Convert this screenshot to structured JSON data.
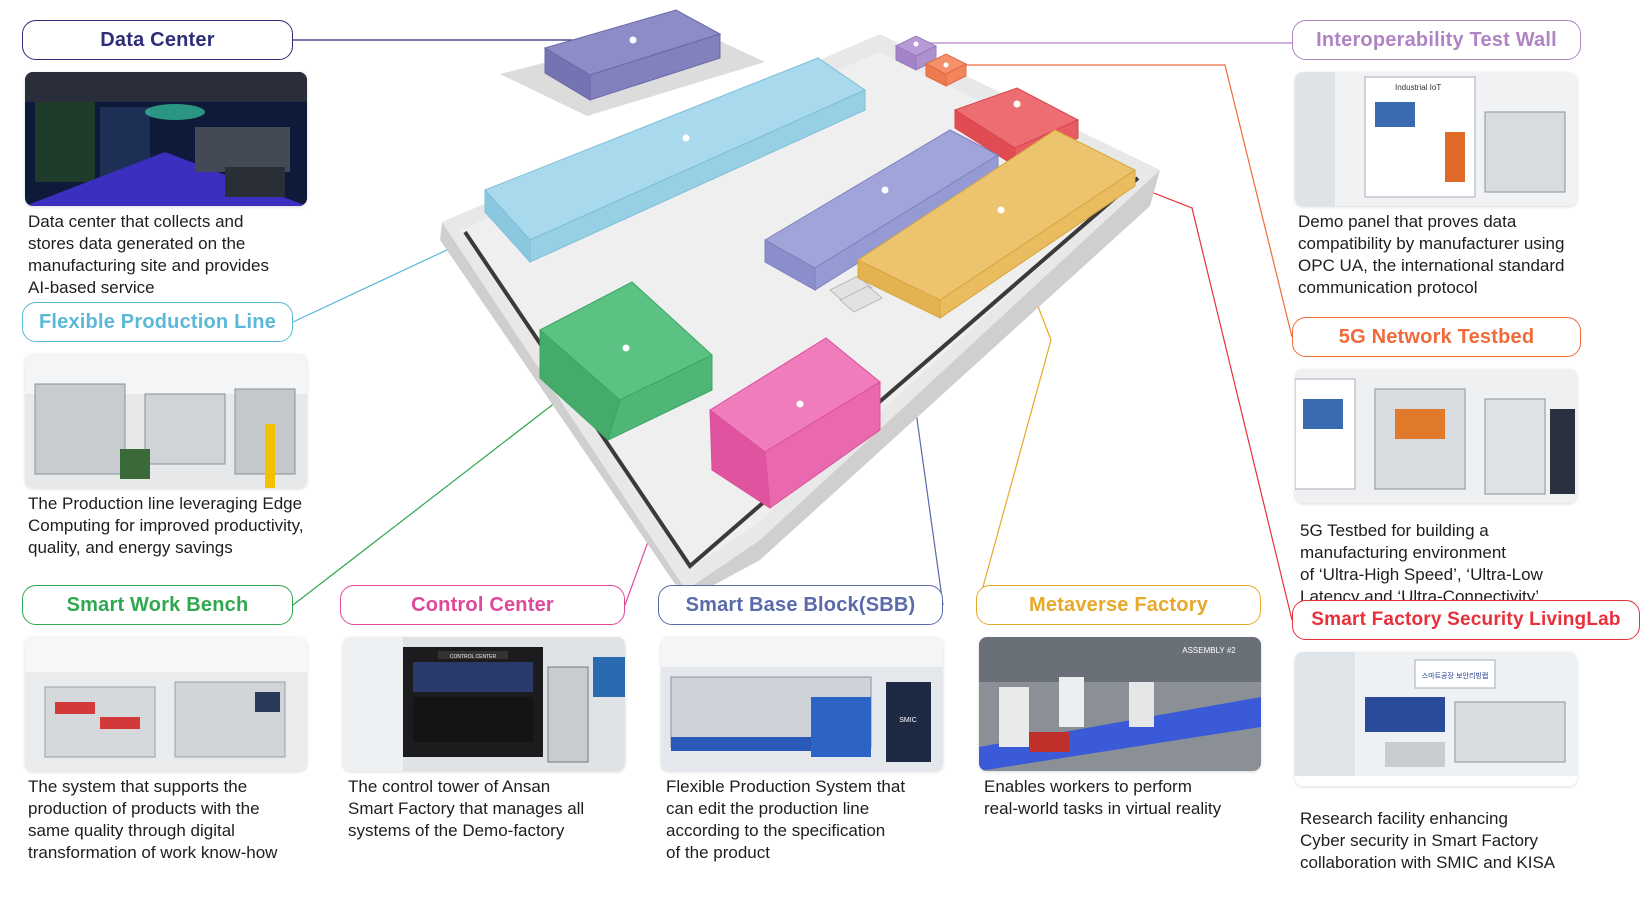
{
  "zones": {
    "data_center": {
      "title": "Data Center",
      "color": "#2e2e7a",
      "description": [
        "Data center that collects and",
        "stores data generated on the",
        "manufacturing site and provides",
        "AI-based service"
      ]
    },
    "flexible_production_line": {
      "title": "Flexible Production Line",
      "color": "#5ab8d8",
      "description": [
        "The Production line leveraging Edge",
        "Computing for improved productivity,",
        "quality, and energy savings"
      ]
    },
    "smart_work_bench": {
      "title": "Smart Work Bench",
      "color": "#2fa84f",
      "description": [
        "The system that supports the",
        "production of products with the",
        "same quality through digital",
        "transformation of work know-how"
      ]
    },
    "control_center": {
      "title": "Control Center",
      "color": "#e0489a",
      "description": [
        "The control tower of Ansan",
        "Smart Factory that manages all",
        "systems of the Demo-factory"
      ]
    },
    "smart_base_block": {
      "title": "Smart Base Block(SBB)",
      "color": "#5a6aaa",
      "description": [
        "Flexible Production System that",
        "can edit the production line",
        "according to the specification",
        "of the product"
      ]
    },
    "metaverse_factory": {
      "title": "Metaverse Factory",
      "color": "#e8a92a",
      "description": [
        "Enables workers to perform",
        "real-world tasks in virtual reality"
      ]
    },
    "interoperability_test_wall": {
      "title": "Interoperability Test Wall",
      "color": "#b084c4",
      "description": [
        "Demo panel that proves data",
        "compatibility by manufacturer using",
        "OPC UA, the international standard",
        "communication protocol"
      ]
    },
    "5g_network_testbed": {
      "title": "5G Network Testbed",
      "color": "#f06a3a",
      "description": [
        "5G Testbed for building a",
        "manufacturing environment",
        "of ‘Ultra-High Speed’, ‘Ultra-Low",
        "Latency and ‘Ultra-Connectivity’"
      ]
    },
    "security_livinglab": {
      "title": "Smart Factory Security LivingLab",
      "color": "#e8303a",
      "description": [
        "Research facility enhancing",
        "Cyber security in Smart Factory",
        "collaboration with SMIC and KISA"
      ]
    }
  },
  "photo_signs": {
    "industrial_iot": "Industrial IoT",
    "control_center_sign": "CONTROL CENTER",
    "smic": "SMIC",
    "assembly": "ASSEMBLY #2",
    "security_sign": "스마트공장 보안리빙랩"
  }
}
